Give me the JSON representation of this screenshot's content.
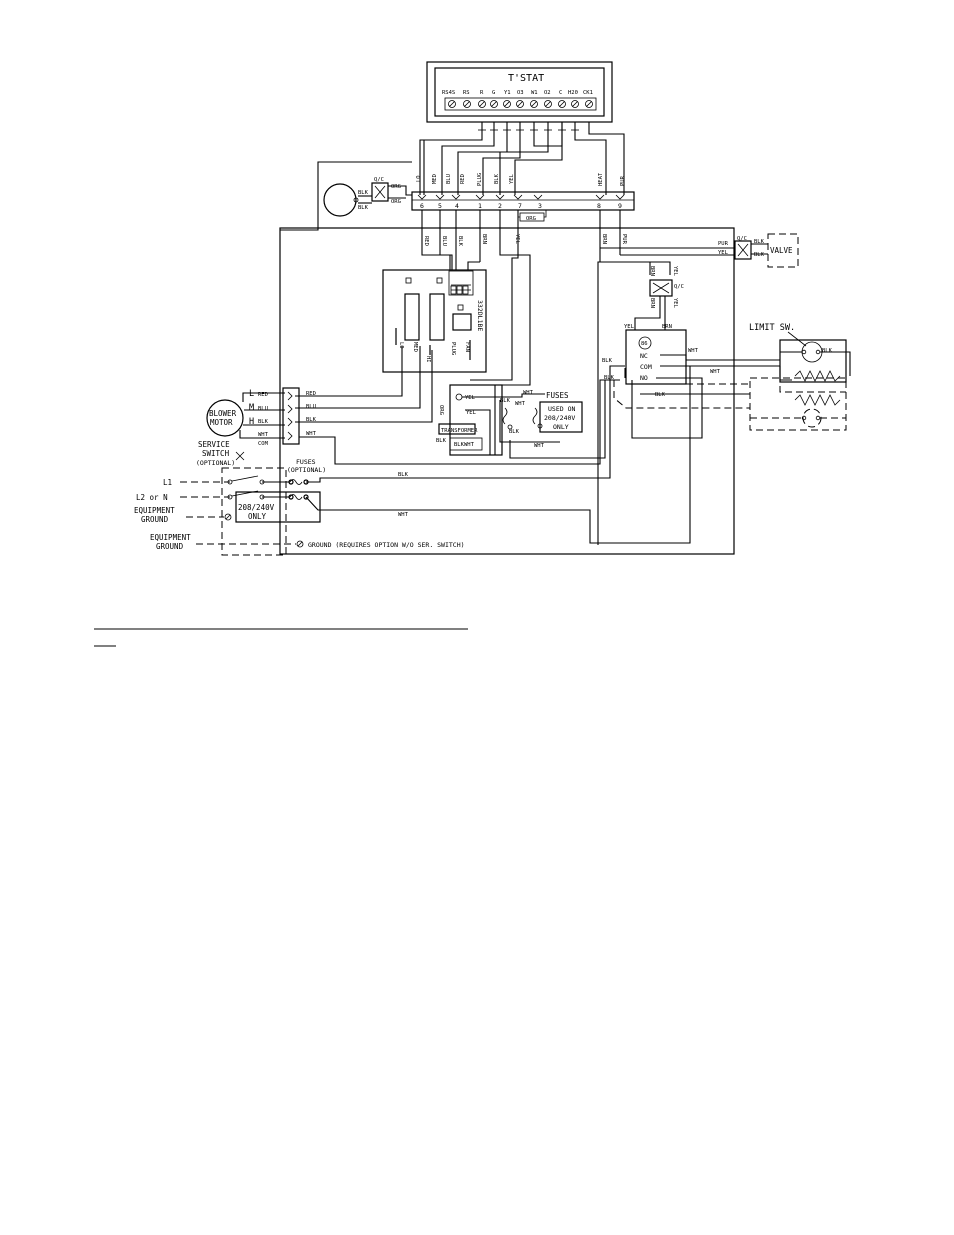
{
  "tstat": {
    "title": "T'STAT",
    "terminals": [
      "RS4S",
      "RS",
      "R",
      "G",
      "Y1",
      "O3",
      "W1",
      "O2",
      "C",
      "H20",
      "CK1"
    ]
  },
  "strip": {
    "top_labels": [
      "LO",
      "MED",
      "BLU",
      "RED",
      "PLUG",
      "BLK",
      "YEL",
      "HEAT",
      "PUR"
    ],
    "positions": [
      "6",
      "5",
      "4",
      "1",
      "2",
      "7",
      "3",
      "8",
      "9"
    ],
    "org_label": "ORG",
    "bottom_labels": [
      "RED",
      "BLU",
      "BLK",
      "BRN",
      "YEL",
      "BRN",
      "PUR"
    ]
  },
  "capacitor": {
    "qc": "Q/C",
    "blk1": "BLK",
    "blk2": "BLK",
    "org1": "ORG",
    "org2": "ORG"
  },
  "valve": {
    "label": "VALVE",
    "pur": "PUR",
    "yel": "YEL",
    "blk1": "BLK",
    "blk2": "BLK",
    "qc": "Q/C"
  },
  "board": {
    "part": "332DL1BE",
    "labels": [
      "LO",
      "MED",
      "HI",
      "PLUG",
      "FAN"
    ]
  },
  "relay": {
    "yel1": "YEL",
    "brn1": "BRN",
    "qc": "Q/C",
    "brn2": "BRN",
    "yel2": "YEL",
    "yel3": "YEL",
    "brn3": "BRN",
    "coil": "86",
    "nc": "NC",
    "com": "COM",
    "no": "NO",
    "blk1": "BLK",
    "blk2": "BLK",
    "wht1": "WHT",
    "wht2": "WHT",
    "blk3": "BLK"
  },
  "limit": {
    "label": "LIMIT SW.",
    "blk": "BLK"
  },
  "blower": {
    "name1": "BLOWER",
    "name2": "MOTOR",
    "speeds": [
      "L",
      "M",
      "H"
    ],
    "wire_colors": [
      "RED",
      "BLU",
      "BLK",
      "WHT",
      "WHT"
    ],
    "com": "COM"
  },
  "transformer": {
    "label": "TRANSFORMER",
    "org": "ORG",
    "yel1": "YEL",
    "yel2": "YEL",
    "blk": "BLK",
    "wht1": "WHT",
    "wht2": "WHT",
    "blk2": "BLK",
    "blk3": "BLK",
    "blk4": "BLK",
    "wht3": "WHT",
    "fuses": "FUSES",
    "used_on": "USED ON",
    "voltage": "208/240V",
    "only": "ONLY"
  },
  "service": {
    "label1": "SERVICE",
    "label2": "SWITCH",
    "label3": "(OPTIONAL)",
    "fuses1": "FUSES",
    "fuses2": "(OPTIONAL)",
    "l1": "L1",
    "l2": "L2 or N",
    "eq1": "EQUIPMENT",
    "eq2": "GROUND",
    "voltage": "208/240V",
    "only": "ONLY",
    "blk": "BLK",
    "wht": "WHT"
  },
  "ground": {
    "eq1": "EQUIPMENT",
    "eq2": "GROUND",
    "note": "GROUND (REQUIRES OPTION W/O SER. SWITCH)"
  }
}
